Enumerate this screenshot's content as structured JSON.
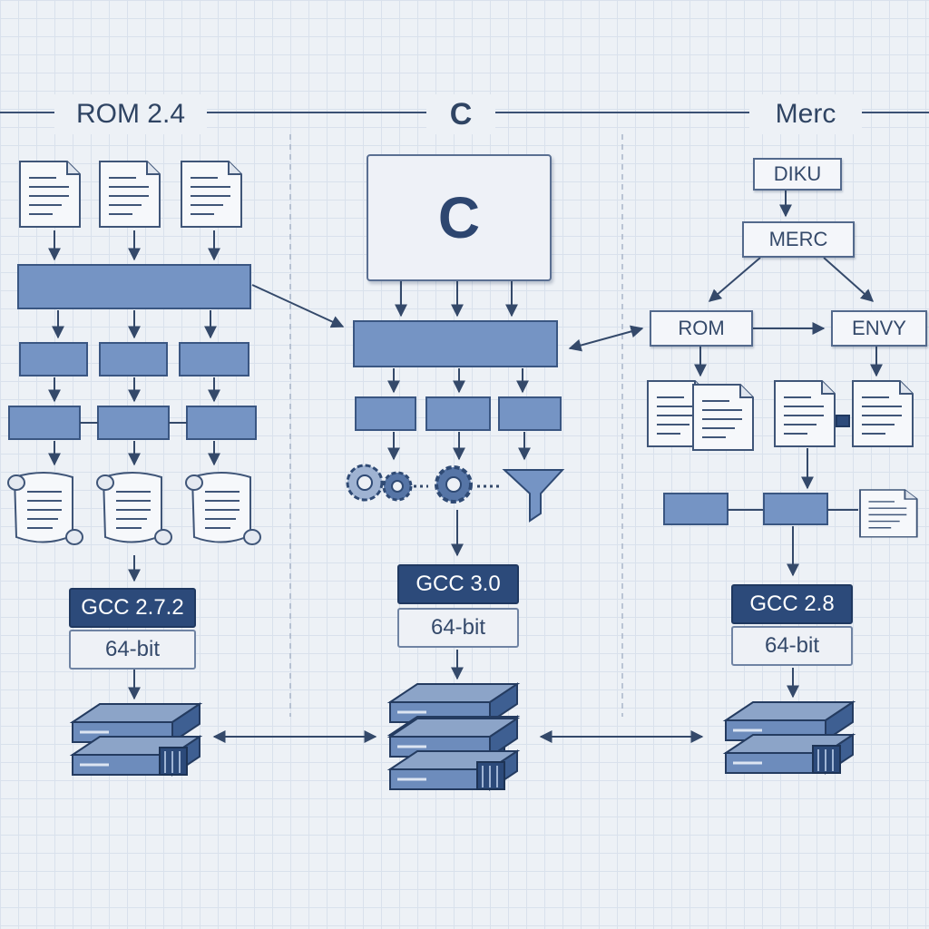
{
  "headers": {
    "rom": "ROM 2.4",
    "c": "C",
    "merc": "Merc"
  },
  "c_box": {
    "label": "C"
  },
  "merc_tree": {
    "diku": "DIKU",
    "merc": "MERC",
    "rom": "ROM",
    "envy": "ENVY"
  },
  "builds": {
    "rom": {
      "compiler": "GCC 2.7.2",
      "arch": "64-bit"
    },
    "c": {
      "compiler": "GCC 3.0",
      "arch": "64-bit"
    },
    "merc": {
      "compiler": "GCC 2.8",
      "arch": "64-bit"
    }
  },
  "colors": {
    "accent": "#6f91c6",
    "dark": "#2c4a7a",
    "line": "#34496a",
    "paper": "#f4f6fa"
  },
  "icons": [
    "document-icon",
    "scroll-icon",
    "gear-icon",
    "funnel-icon",
    "server-icon"
  ]
}
